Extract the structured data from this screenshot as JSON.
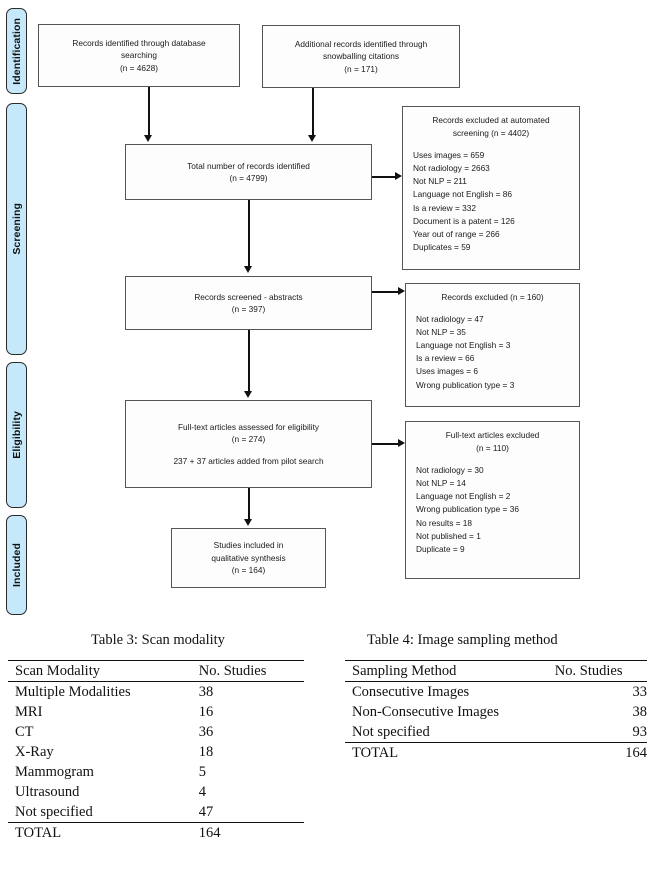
{
  "flow": {
    "stages": [
      {
        "label": "Identification"
      },
      {
        "label": "Screening"
      },
      {
        "label": "Eligibility"
      },
      {
        "label": "Included"
      }
    ],
    "nodes": {
      "source_db": {
        "line1": "Records identified through database",
        "line2": "searching",
        "line3": "(n =  4628)"
      },
      "source_snowball": {
        "line1": "Additional records identified through",
        "line2": "snowballing citations",
        "line3": "(n =  171)"
      },
      "total_records": {
        "line1": "Total number of records identified",
        "line2": "(n = 4799)"
      },
      "screened_abstracts": {
        "line1": "Records screened - abstracts",
        "line2": "(n = 397)"
      },
      "fulltext_assessed": {
        "line1": "Full-text articles assessed for eligibility",
        "line2": "(n = 274)",
        "line3": "237 + 37 articles added from pilot search"
      },
      "included_studies": {
        "line1": "Studies included in",
        "line2": "qualitative synthesis",
        "line3": "(n = 164)"
      }
    },
    "exclusions": {
      "automated": {
        "header_line1": "Records excluded at automated",
        "header_line2": "screening (n = 4402)",
        "items": [
          "Uses images = 659",
          "Not radiology = 2663",
          "Not NLP = 211",
          "Language not English = 86",
          "Is a review = 332",
          "Document is a patent = 126",
          "Year out of range = 266",
          "Duplicates = 59"
        ]
      },
      "abstracts": {
        "header_line1": "Records excluded (n = 160)",
        "header_line2": "",
        "items": [
          "Not radiology = 47",
          "Not NLP = 35",
          "Language not English = 3",
          "Is a review = 66",
          "Uses images = 6",
          "Wrong publication type = 3"
        ]
      },
      "fulltext": {
        "header_line1": "Full-text articles excluded",
        "header_line2": "(n = 110)",
        "items": [
          "Not radiology = 30",
          "Not NLP = 14",
          "Language not English = 2",
          "Wrong publication type = 36",
          "No results = 18",
          "Not published = 1",
          "Duplicate = 9"
        ]
      }
    }
  },
  "tables": {
    "table3": {
      "caption": "Table 3: Scan modality",
      "columns": [
        "Scan Modality",
        "No.  Studies"
      ],
      "rows": [
        [
          "Multiple Modalities",
          "38"
        ],
        [
          "MRI",
          "16"
        ],
        [
          "CT",
          "36"
        ],
        [
          "X-Ray",
          "18"
        ],
        [
          "Mammogram",
          "5"
        ],
        [
          "Ultrasound",
          "4"
        ],
        [
          "Not specified",
          "47"
        ]
      ],
      "total_label": "TOTAL",
      "total_value": "164"
    },
    "table4": {
      "caption": "Table 4: Image sampling method",
      "columns": [
        "Sampling Method",
        "No.  Studies"
      ],
      "rows": [
        [
          "Consecutive Images",
          "33"
        ],
        [
          "Non-Consecutive Images",
          "38"
        ],
        [
          "Not specified",
          "93"
        ]
      ],
      "total_label": "TOTAL",
      "total_value": "164"
    }
  },
  "colors": {
    "stage_fill": "#c5e8fb",
    "box_border": "#555555",
    "line": "#111111"
  }
}
